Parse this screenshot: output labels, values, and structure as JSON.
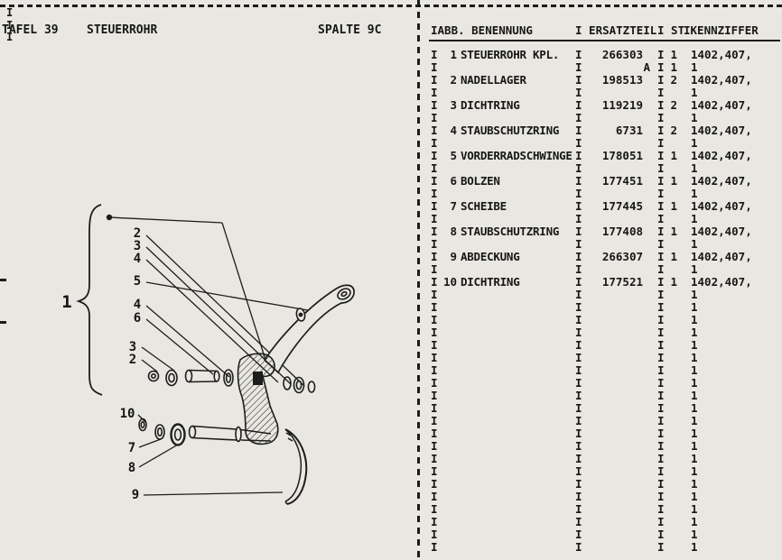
{
  "page": {
    "tafel": "TAFEL 39",
    "title": "STEUERROHR",
    "spalte": "SPALTE 9C",
    "margin_marks": [
      "I",
      "I",
      "I"
    ]
  },
  "table": {
    "sep": "I",
    "header": {
      "c1": "IABB. BENENNUNG",
      "c2": "I ERSATZTEIL",
      "c3": "I ST",
      "c4": "IKENNZIFFER"
    },
    "rows": [
      {
        "num": "1",
        "name": "STEUERROHR KPL.",
        "part": "266303",
        "qty": "1",
        "code": "1402,407,",
        "sub_part": "A",
        "sub_qty": "1",
        "sub_code": "1"
      },
      {
        "num": "2",
        "name": "NADELLAGER",
        "part": "198513",
        "qty": "2",
        "code": "1402,407,",
        "sub_part": "",
        "sub_qty": "",
        "sub_code": "1"
      },
      {
        "num": "3",
        "name": "DICHTRING",
        "part": "119219",
        "qty": "2",
        "code": "1402,407,",
        "sub_part": "",
        "sub_qty": "",
        "sub_code": "1"
      },
      {
        "num": "4",
        "name": "STAUBSCHUTZRING",
        "part": "6731",
        "qty": "2",
        "code": "1402,407,",
        "sub_part": "",
        "sub_qty": "",
        "sub_code": "1"
      },
      {
        "num": "5",
        "name": "VORDERRADSCHWINGE",
        "part": "178051",
        "qty": "1",
        "code": "1402,407,",
        "sub_part": "",
        "sub_qty": "",
        "sub_code": "1"
      },
      {
        "num": "6",
        "name": "BOLZEN",
        "part": "177451",
        "qty": "1",
        "code": "1402,407,",
        "sub_part": "",
        "sub_qty": "",
        "sub_code": "1"
      },
      {
        "num": "7",
        "name": "SCHEIBE",
        "part": "177445",
        "qty": "1",
        "code": "1402,407,",
        "sub_part": "",
        "sub_qty": "",
        "sub_code": "1"
      },
      {
        "num": "8",
        "name": "STAUBSCHUTZRING",
        "part": "177408",
        "qty": "1",
        "code": "1402,407,",
        "sub_part": "",
        "sub_qty": "",
        "sub_code": "1"
      },
      {
        "num": "9",
        "name": "ABDECKUNG",
        "part": "266307",
        "qty": "1",
        "code": "1402,407,",
        "sub_part": "",
        "sub_qty": "",
        "sub_code": "1"
      },
      {
        "num": "10",
        "name": "DICHTRING",
        "part": "177521",
        "qty": "1",
        "code": "1402,407,",
        "sub_part": "",
        "sub_qty": "",
        "sub_code": "1"
      }
    ],
    "fillers": [
      "1",
      "1",
      "1",
      "1",
      "1",
      "1",
      "1",
      "1",
      "1",
      "1",
      "1",
      "1",
      "1",
      "1",
      "1",
      "1",
      "1",
      "1",
      "1",
      "1"
    ]
  },
  "diagram": {
    "callouts": [
      "1",
      "2",
      "3",
      "4",
      "5",
      "4",
      "6",
      "3",
      "2",
      "10",
      "7",
      "8",
      "9"
    ]
  }
}
